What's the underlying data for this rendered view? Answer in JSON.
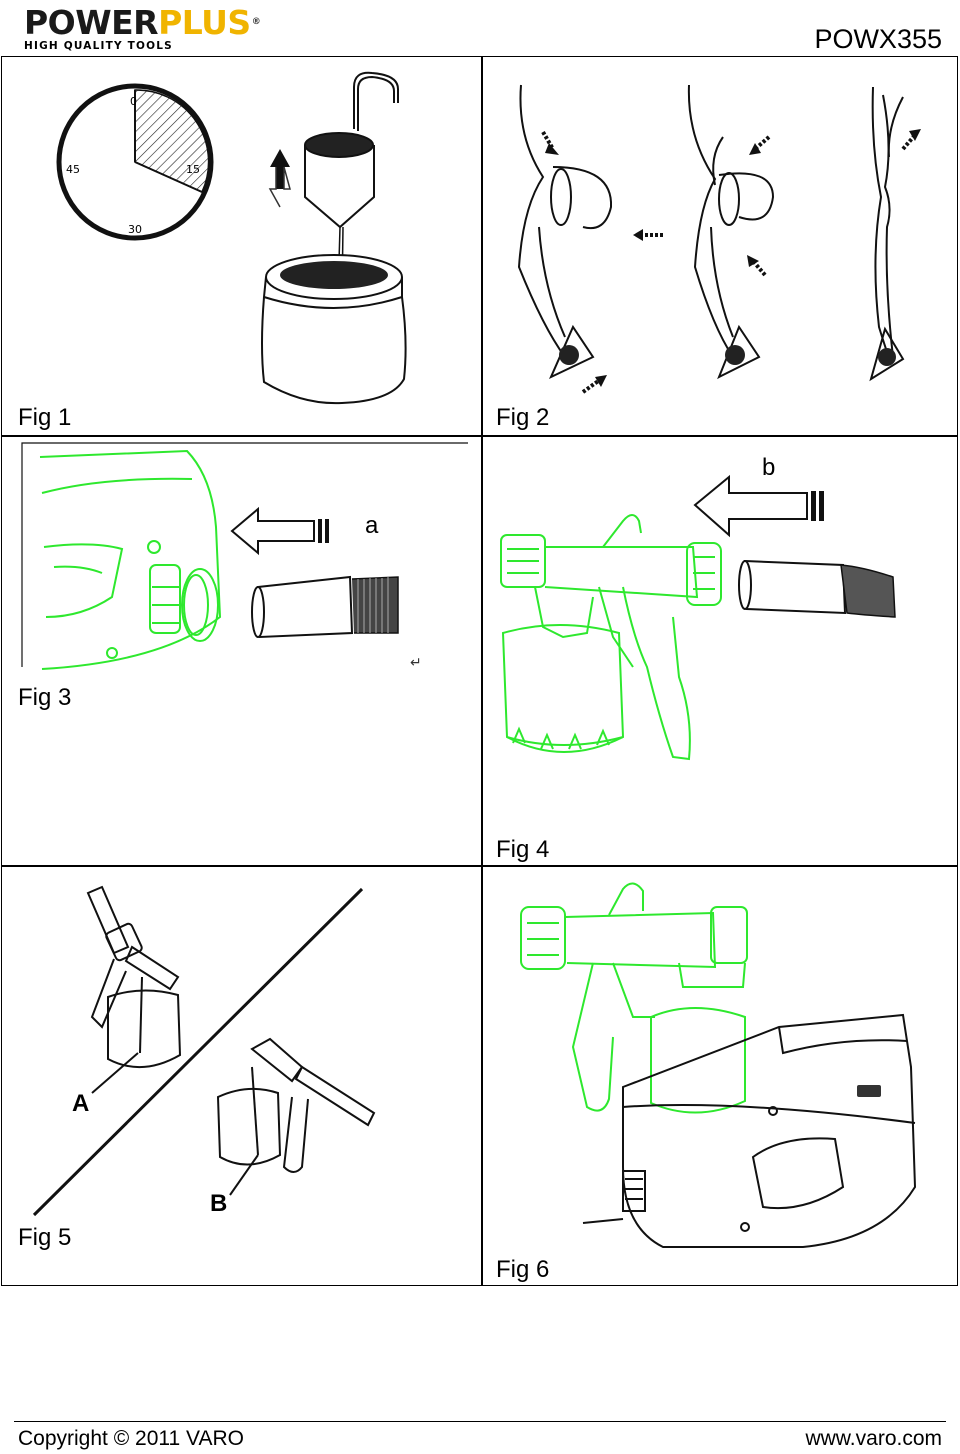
{
  "header": {
    "logo_main_a": "POWER",
    "logo_main_b": "PLUS",
    "logo_reg": "®",
    "logo_sub": "HIGH QUALITY TOOLS",
    "model": "POWX355"
  },
  "figures": {
    "fig1": {
      "label": "Fig 1",
      "clock_ticks": [
        "0",
        "15",
        "30",
        "45"
      ]
    },
    "fig2": {
      "label": "Fig 2"
    },
    "fig3": {
      "label": "Fig 3",
      "callout": "a"
    },
    "fig4": {
      "label": "Fig 4",
      "callout": "b"
    },
    "fig5": {
      "label": "Fig 5",
      "callout_a": "A",
      "callout_b": "B"
    },
    "fig6": {
      "label": "Fig 6"
    }
  },
  "footer": {
    "copyright": "Copyright © 2011 VARO",
    "website": "www.varo.com"
  },
  "colors": {
    "accent_green": "#2ee82e",
    "brand_yellow": "#f0b400"
  }
}
